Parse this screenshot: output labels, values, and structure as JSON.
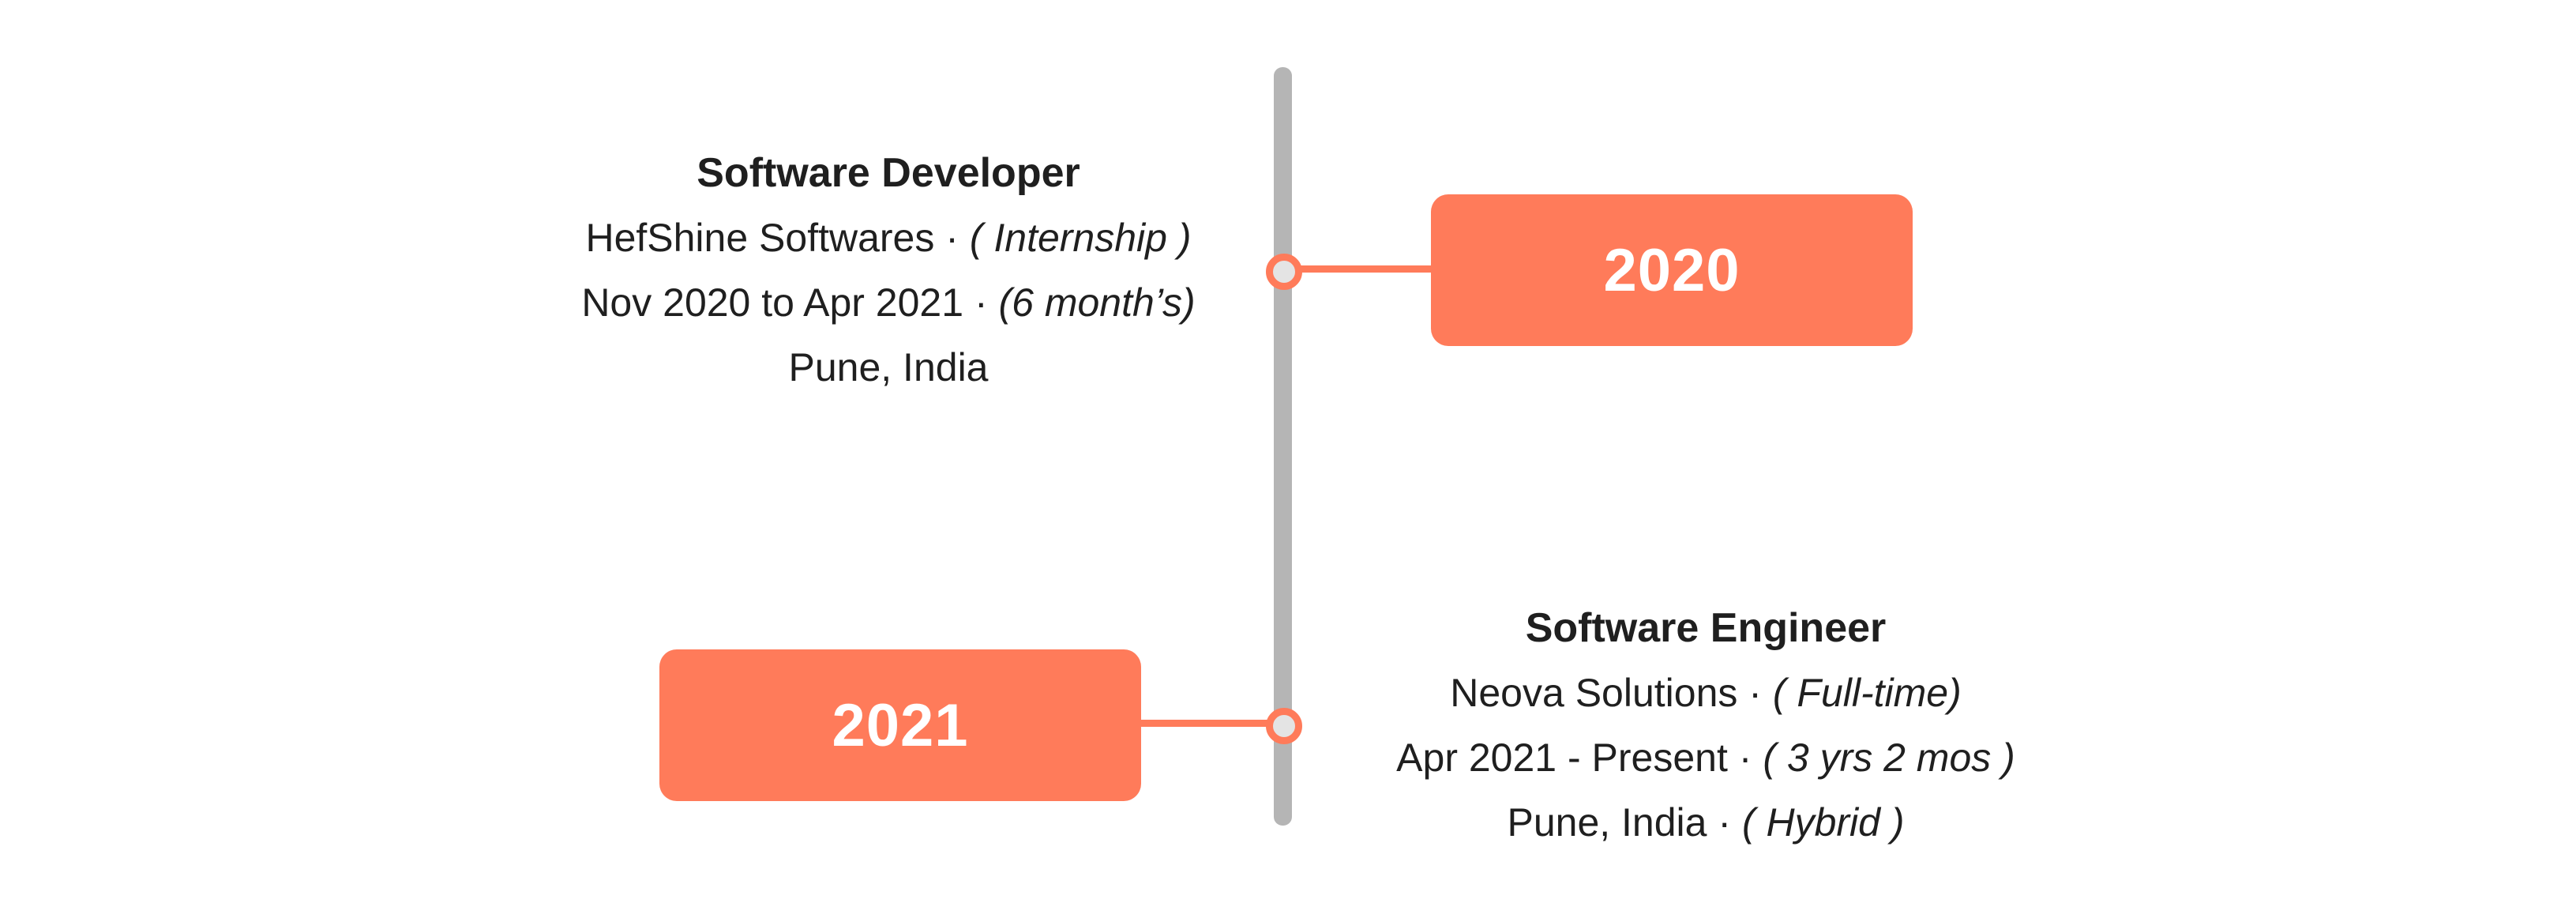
{
  "colors": {
    "accent": "#ff7b5a",
    "line": "#b5b5b5",
    "text": "#1f1f1f"
  },
  "entries": [
    {
      "year": "2020",
      "title": "Software Developer",
      "company": "HefShine Softwares",
      "type": "( Internship )",
      "dates": "Nov 2020 to Apr 2021",
      "duration": "(6 month’s)",
      "location": "Pune, India",
      "work_mode": ""
    },
    {
      "year": "2021",
      "title": "Software Engineer",
      "company": "Neova Solutions",
      "type": "( Full-time)",
      "dates": "Apr 2021 - Present",
      "duration": "( 3 yrs 2 mos )",
      "location": "Pune, India",
      "work_mode": "( Hybrid )"
    }
  ],
  "separator": "·"
}
